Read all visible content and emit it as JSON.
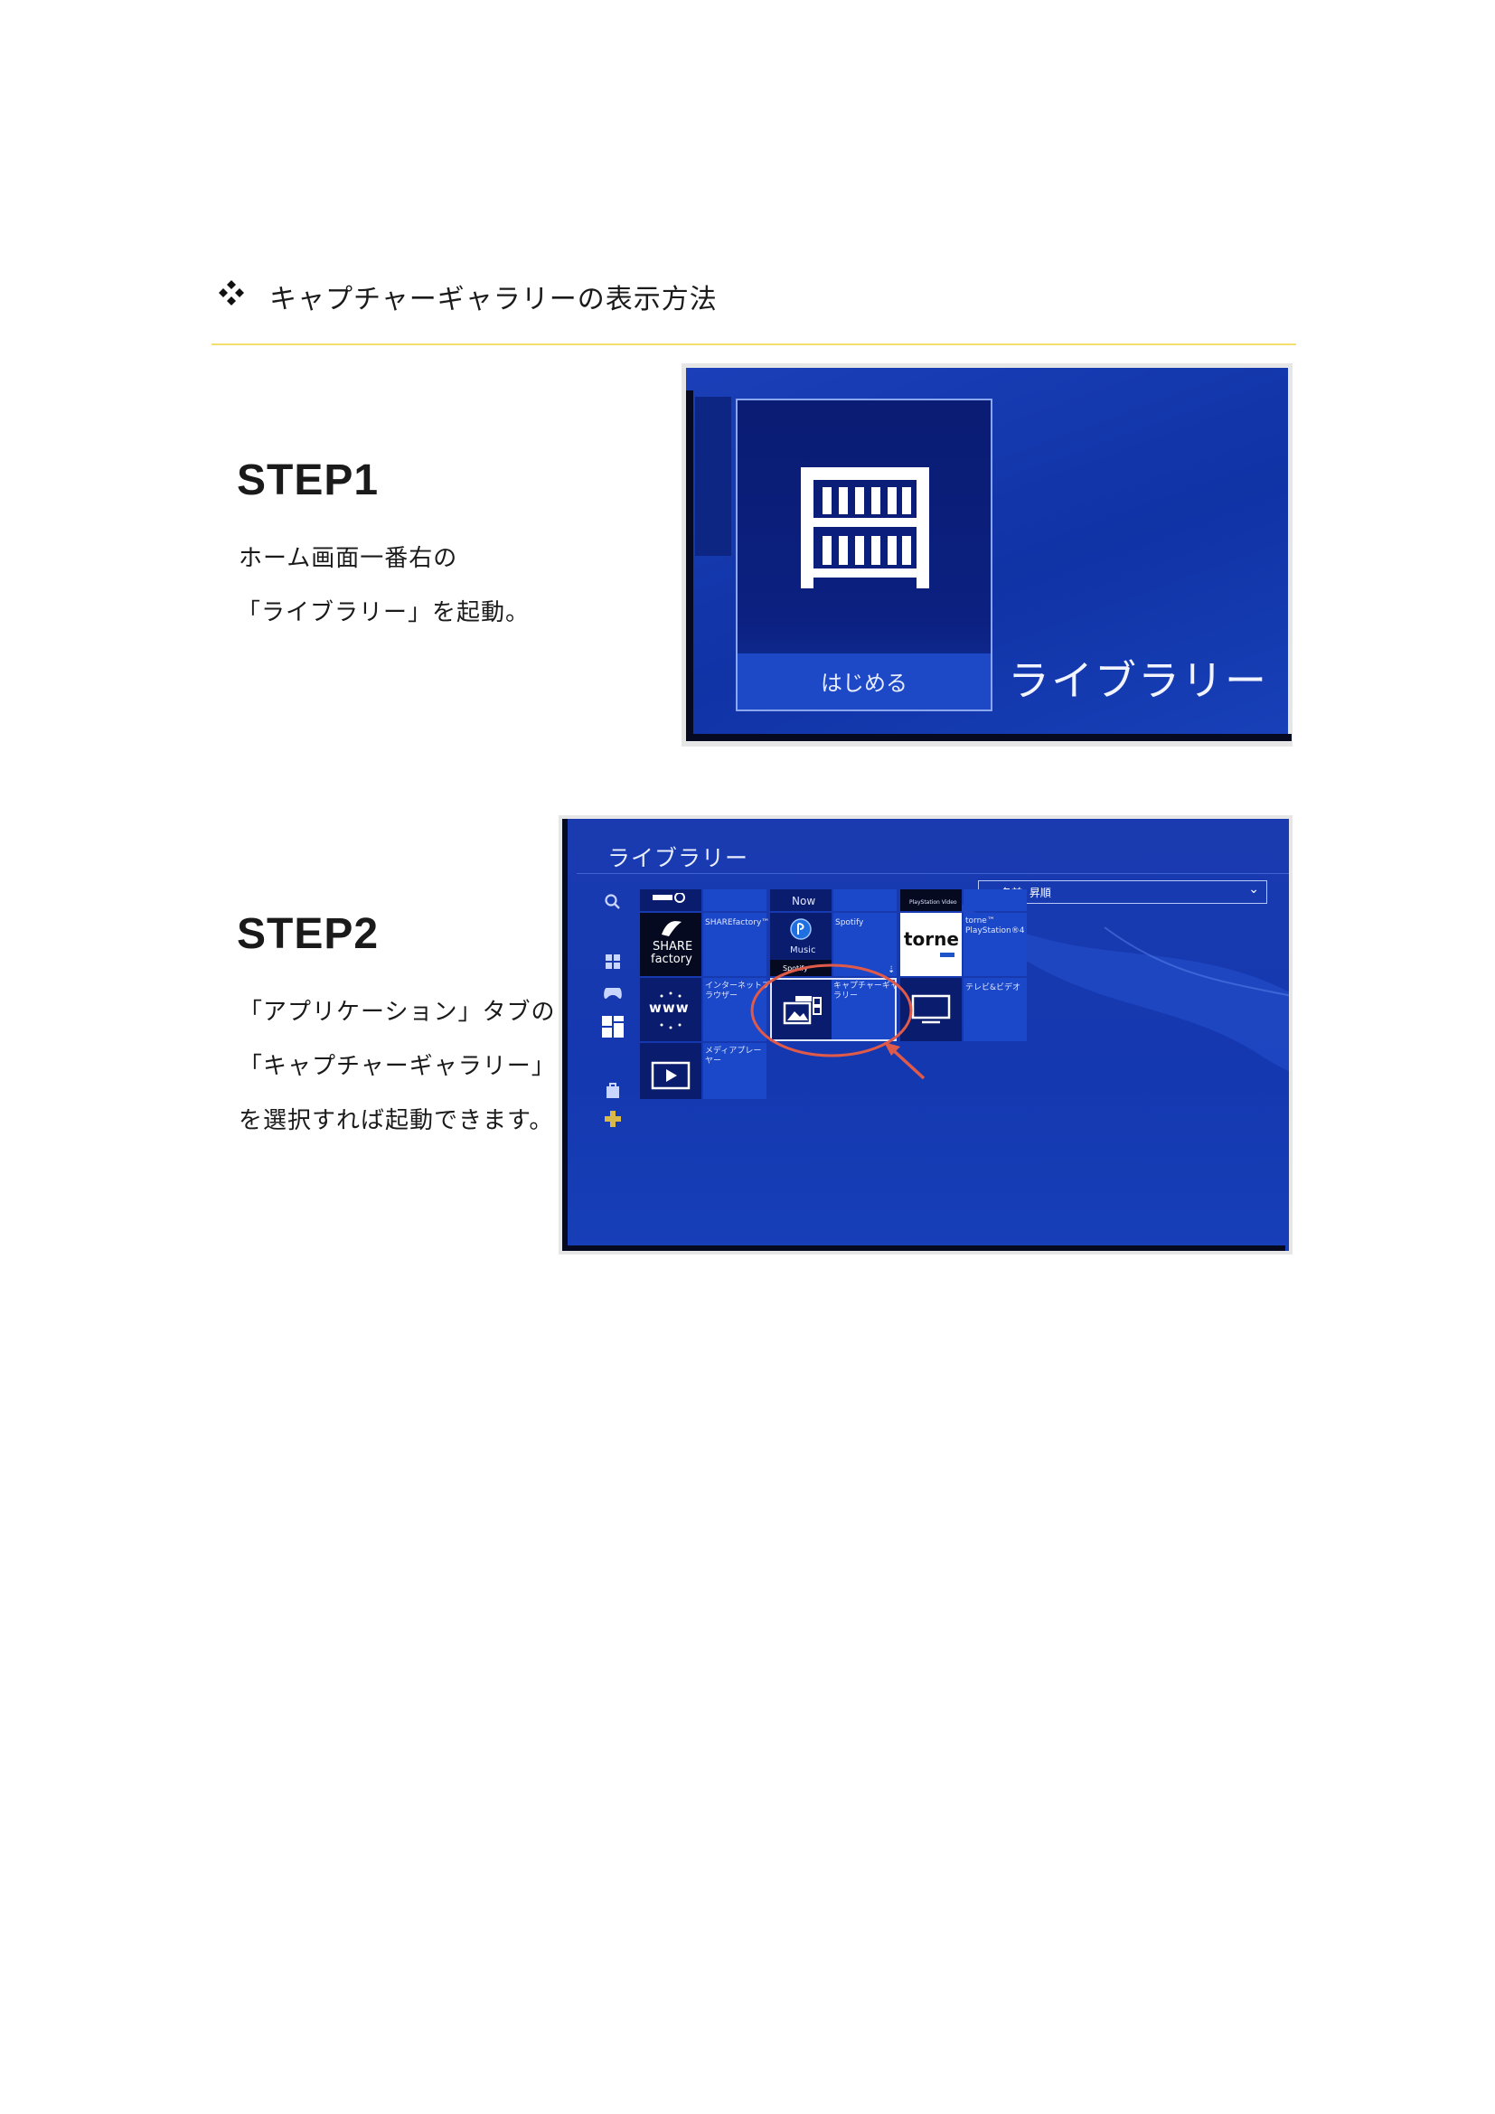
{
  "heading": {
    "title": "キャプチャーギャラリーの表示方法",
    "icon": "diamond-cluster-icon"
  },
  "steps": [
    {
      "title": "STEP1",
      "lines": [
        "ホーム画面一番右の",
        "「ライブラリー」を起動。"
      ]
    },
    {
      "title": "STEP2",
      "lines": [
        "「アプリケーション」タブの",
        "「キャプチャーギャラリー」",
        "を選択すれば起動できます。"
      ]
    }
  ],
  "screenshot1": {
    "tile_action": "はじめる",
    "app_label": "ライブラリー",
    "icon": "library-shelf-icon"
  },
  "screenshot2": {
    "header_title": "ライブラリー",
    "sort_label": "名前: 昇順",
    "tiles": {
      "row0_now": "Now",
      "playstation_video": "PlayStation Video",
      "sharefactory": "SHAREfactory™",
      "sharefactory_logo_top": "SHARE",
      "sharefactory_logo_bottom": "factory",
      "music": "Music",
      "spotify_badge": "Spotify",
      "spotify": "Spotify",
      "torne_logo": "torne",
      "torne": "torne™",
      "torne_sub": "PlayStation®4",
      "internet_browser": "インターネットブ",
      "internet_browser_2": "ラウザー",
      "www": "www",
      "capture_gallery": "キャプチャーギャ",
      "capture_gallery_2": "ラリー",
      "tv_video": "テレビ&ビデオ",
      "media_player": "メディアプレー",
      "media_player_2": "ヤー"
    },
    "highlight_color": "#e05a4a"
  }
}
